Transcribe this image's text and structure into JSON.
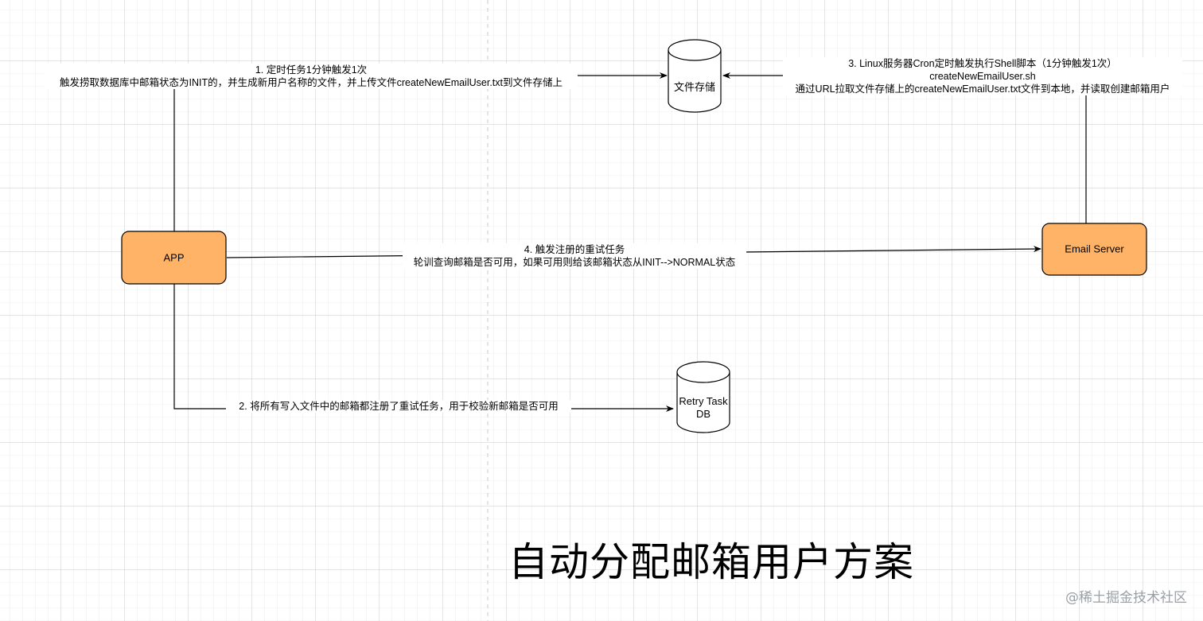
{
  "colors": {
    "process_fill": "#FFB366",
    "stroke": "#000000",
    "database_fill": "#FFFFFF"
  },
  "nodes": {
    "app": {
      "label": "APP"
    },
    "email_server": {
      "label": "Email Server"
    },
    "file_storage": {
      "label": "文件存储"
    },
    "retry_task_db": {
      "label_lines": [
        "Retry Task",
        "DB"
      ]
    }
  },
  "edges": {
    "step1": {
      "lines": [
        "1. 定时任务1分钟触发1次",
        "触发捞取数据库中邮箱状态为INIT的，并生成新用户名称的文件，并上传文件createNewEmailUser.txt到文件存储上"
      ]
    },
    "step2": {
      "lines": [
        "2. 将所有写入文件中的邮箱都注册了重试任务，用于校验新邮箱是否可用"
      ]
    },
    "step3": {
      "lines": [
        "3. Linux服务器Cron定时触发执行Shell脚本（1分钟触发1次）",
        "createNewEmailUser.sh",
        "通过URL拉取文件存储上的createNewEmailUser.txt文件到本地，并读取创建邮箱用户"
      ]
    },
    "step4": {
      "lines": [
        "4. 触发注册的重试任务",
        "轮训查询邮箱是否可用，如果可用则给该邮箱状态从INIT-->NORMAL状态"
      ]
    }
  },
  "title": "自动分配邮箱用户方案",
  "watermark": "@稀土掘金技术社区"
}
